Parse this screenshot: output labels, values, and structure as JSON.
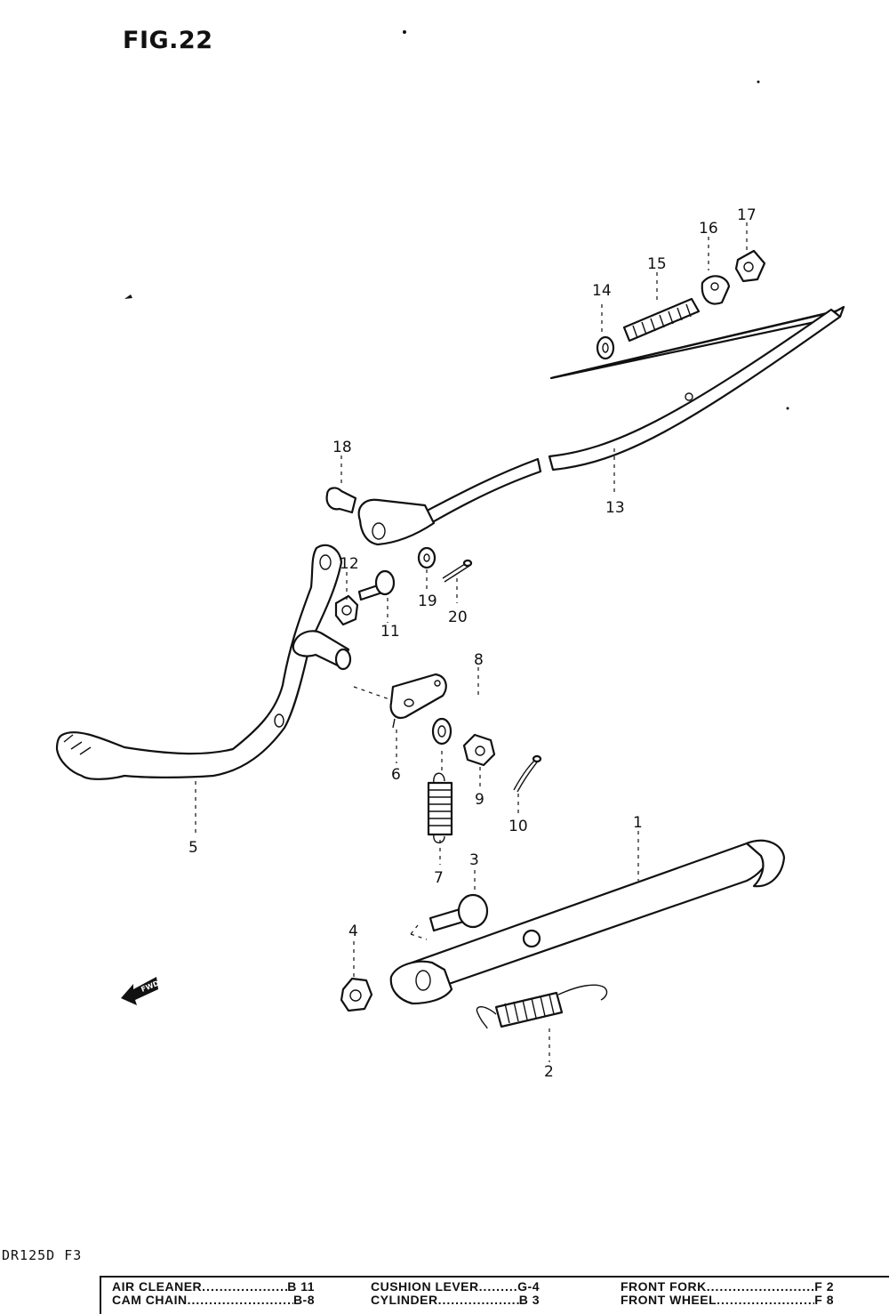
{
  "figure": {
    "title": "FIG.22",
    "model_code": "DR125D F3"
  },
  "callouts": {
    "c1": "1",
    "c2": "2",
    "c3": "3",
    "c4": "4",
    "c5": "5",
    "c6": "6",
    "c7": "7",
    "c8": "8",
    "c9": "9",
    "c10": "10",
    "c11": "11",
    "c12": "12",
    "c13": "13",
    "c14": "14",
    "c15": "15",
    "c16": "16",
    "c17": "17",
    "c18": "18",
    "c19": "19",
    "c20": "20",
    "fwd": "FWD"
  },
  "index": {
    "col1": [
      {
        "name": "AIR CLEANER",
        "ref": "B 11"
      },
      {
        "name": "CAM CHAIN",
        "ref": "B-8"
      }
    ],
    "col2": [
      {
        "name": "CUSHION LEVER",
        "ref": "G-4"
      },
      {
        "name": "CYLINDER",
        "ref": "B 3"
      }
    ],
    "col3": [
      {
        "name": "FRONT FORK",
        "ref": "F 2"
      },
      {
        "name": "FRONT WHEEL",
        "ref": "F 8"
      }
    ]
  }
}
